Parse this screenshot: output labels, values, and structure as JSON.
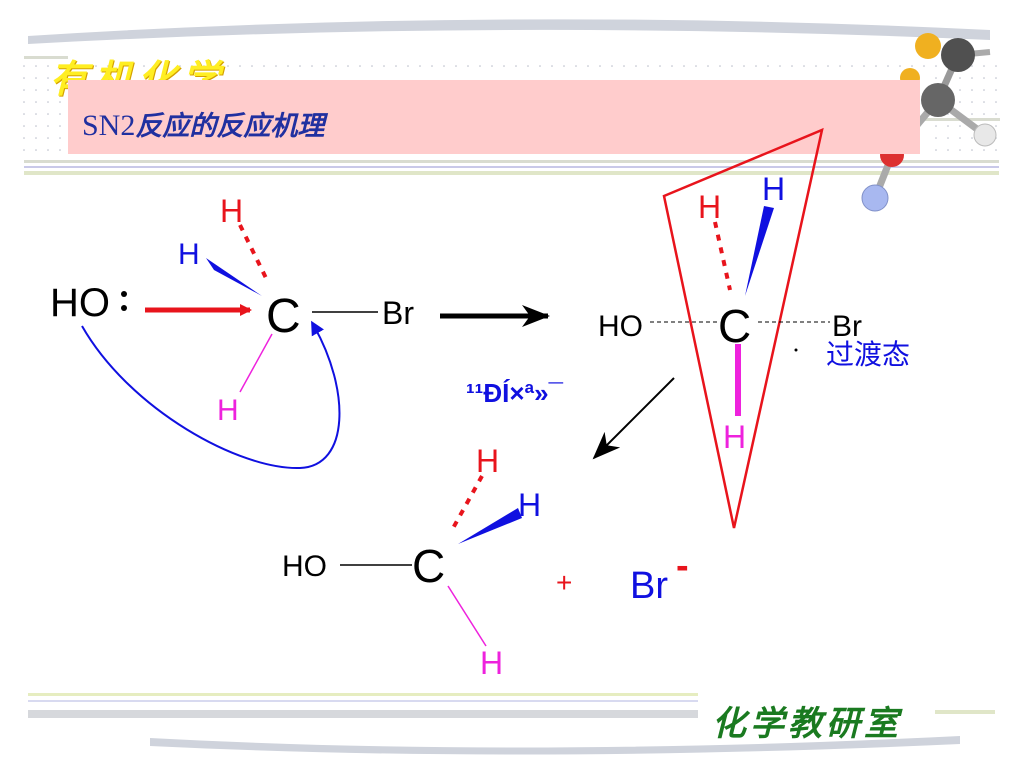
{
  "header": {
    "course_title": "有机化学",
    "slide_title_prefix": "SN2",
    "slide_title_cn": "反应的反应机理"
  },
  "footer": {
    "brand": "化学教研室"
  },
  "reactants": {
    "nucleophile": "HO",
    "carbon": "C",
    "leaving_group": "Br",
    "h_back": "H",
    "h_wedge": "H",
    "h_down": "H"
  },
  "transition_state": {
    "left_group": "HO",
    "carbon": "C",
    "right_group": "Br",
    "h_back": "H",
    "h_wedge": "H",
    "h_down": "H",
    "label": "过渡态"
  },
  "inversion_label": "¹¹ÐÍ×ª»¯",
  "products": {
    "left_group": "HO",
    "carbon": "C",
    "h_back": "H",
    "h_wedge": "H",
    "h_down": "H",
    "plus": "+",
    "bromide": "Br",
    "bromide_charge": "-"
  },
  "colors": {
    "title_bg": "#ffcccc",
    "title_text": "#2030a0",
    "red": "#e8141c",
    "blue": "#1010e0",
    "magenta": "#ee22dd",
    "black": "#000000"
  }
}
